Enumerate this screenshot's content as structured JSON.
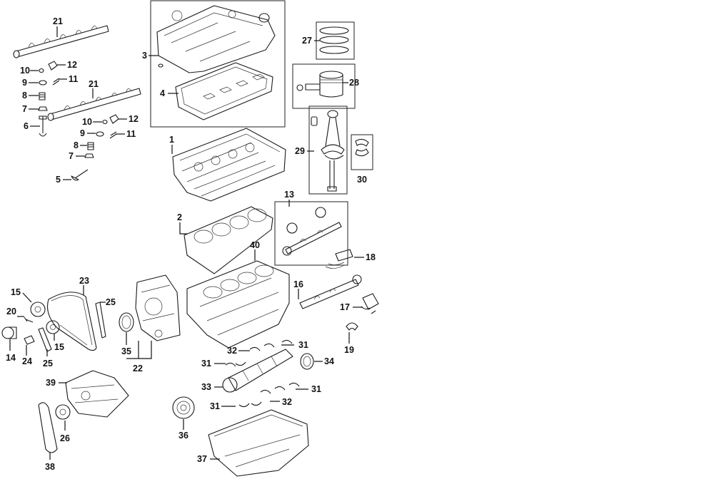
{
  "diagram": {
    "background_color": "#ffffff",
    "line_color": "#1a1a1a",
    "callouts": [
      {
        "key": "c21a",
        "label": "21"
      },
      {
        "key": "c21b",
        "label": "21"
      },
      {
        "key": "c3",
        "label": "3"
      },
      {
        "key": "c4",
        "label": "4"
      },
      {
        "key": "c27",
        "label": "27"
      },
      {
        "key": "c28",
        "label": "28"
      },
      {
        "key": "c29",
        "label": "29"
      },
      {
        "key": "c30",
        "label": "30"
      },
      {
        "key": "c10a",
        "label": "10"
      },
      {
        "key": "c12a",
        "label": "12"
      },
      {
        "key": "c9a",
        "label": "9"
      },
      {
        "key": "c11a",
        "label": "11"
      },
      {
        "key": "c8a",
        "label": "8"
      },
      {
        "key": "c7a",
        "label": "7"
      },
      {
        "key": "c6",
        "label": "6"
      },
      {
        "key": "c10b",
        "label": "10"
      },
      {
        "key": "c12b",
        "label": "12"
      },
      {
        "key": "c9b",
        "label": "9"
      },
      {
        "key": "c11b",
        "label": "11"
      },
      {
        "key": "c8b",
        "label": "8"
      },
      {
        "key": "c7b",
        "label": "7"
      },
      {
        "key": "c5",
        "label": "5"
      },
      {
        "key": "c1",
        "label": "1"
      },
      {
        "key": "c2",
        "label": "2"
      },
      {
        "key": "c13",
        "label": "13"
      },
      {
        "key": "c18",
        "label": "18"
      },
      {
        "key": "c40",
        "label": "40"
      },
      {
        "key": "c16",
        "label": "16"
      },
      {
        "key": "c17",
        "label": "17"
      },
      {
        "key": "c19",
        "label": "19"
      },
      {
        "key": "c23",
        "label": "23"
      },
      {
        "key": "c15a",
        "label": "15"
      },
      {
        "key": "c25a",
        "label": "25"
      },
      {
        "key": "c20",
        "label": "20"
      },
      {
        "key": "c15b",
        "label": "15"
      },
      {
        "key": "c14",
        "label": "14"
      },
      {
        "key": "c24",
        "label": "24"
      },
      {
        "key": "c25b",
        "label": "25"
      },
      {
        "key": "c35",
        "label": "35"
      },
      {
        "key": "c22",
        "label": "22"
      },
      {
        "key": "c31a",
        "label": "31"
      },
      {
        "key": "c32a",
        "label": "32"
      },
      {
        "key": "c31b",
        "label": "31"
      },
      {
        "key": "c34",
        "label": "34"
      },
      {
        "key": "c33",
        "label": "33"
      },
      {
        "key": "c31c",
        "label": "31"
      },
      {
        "key": "c31d",
        "label": "31"
      },
      {
        "key": "c32b",
        "label": "32"
      },
      {
        "key": "c39",
        "label": "39"
      },
      {
        "key": "c26",
        "label": "26"
      },
      {
        "key": "c38",
        "label": "38"
      },
      {
        "key": "c36",
        "label": "36"
      },
      {
        "key": "c37",
        "label": "37"
      }
    ]
  }
}
